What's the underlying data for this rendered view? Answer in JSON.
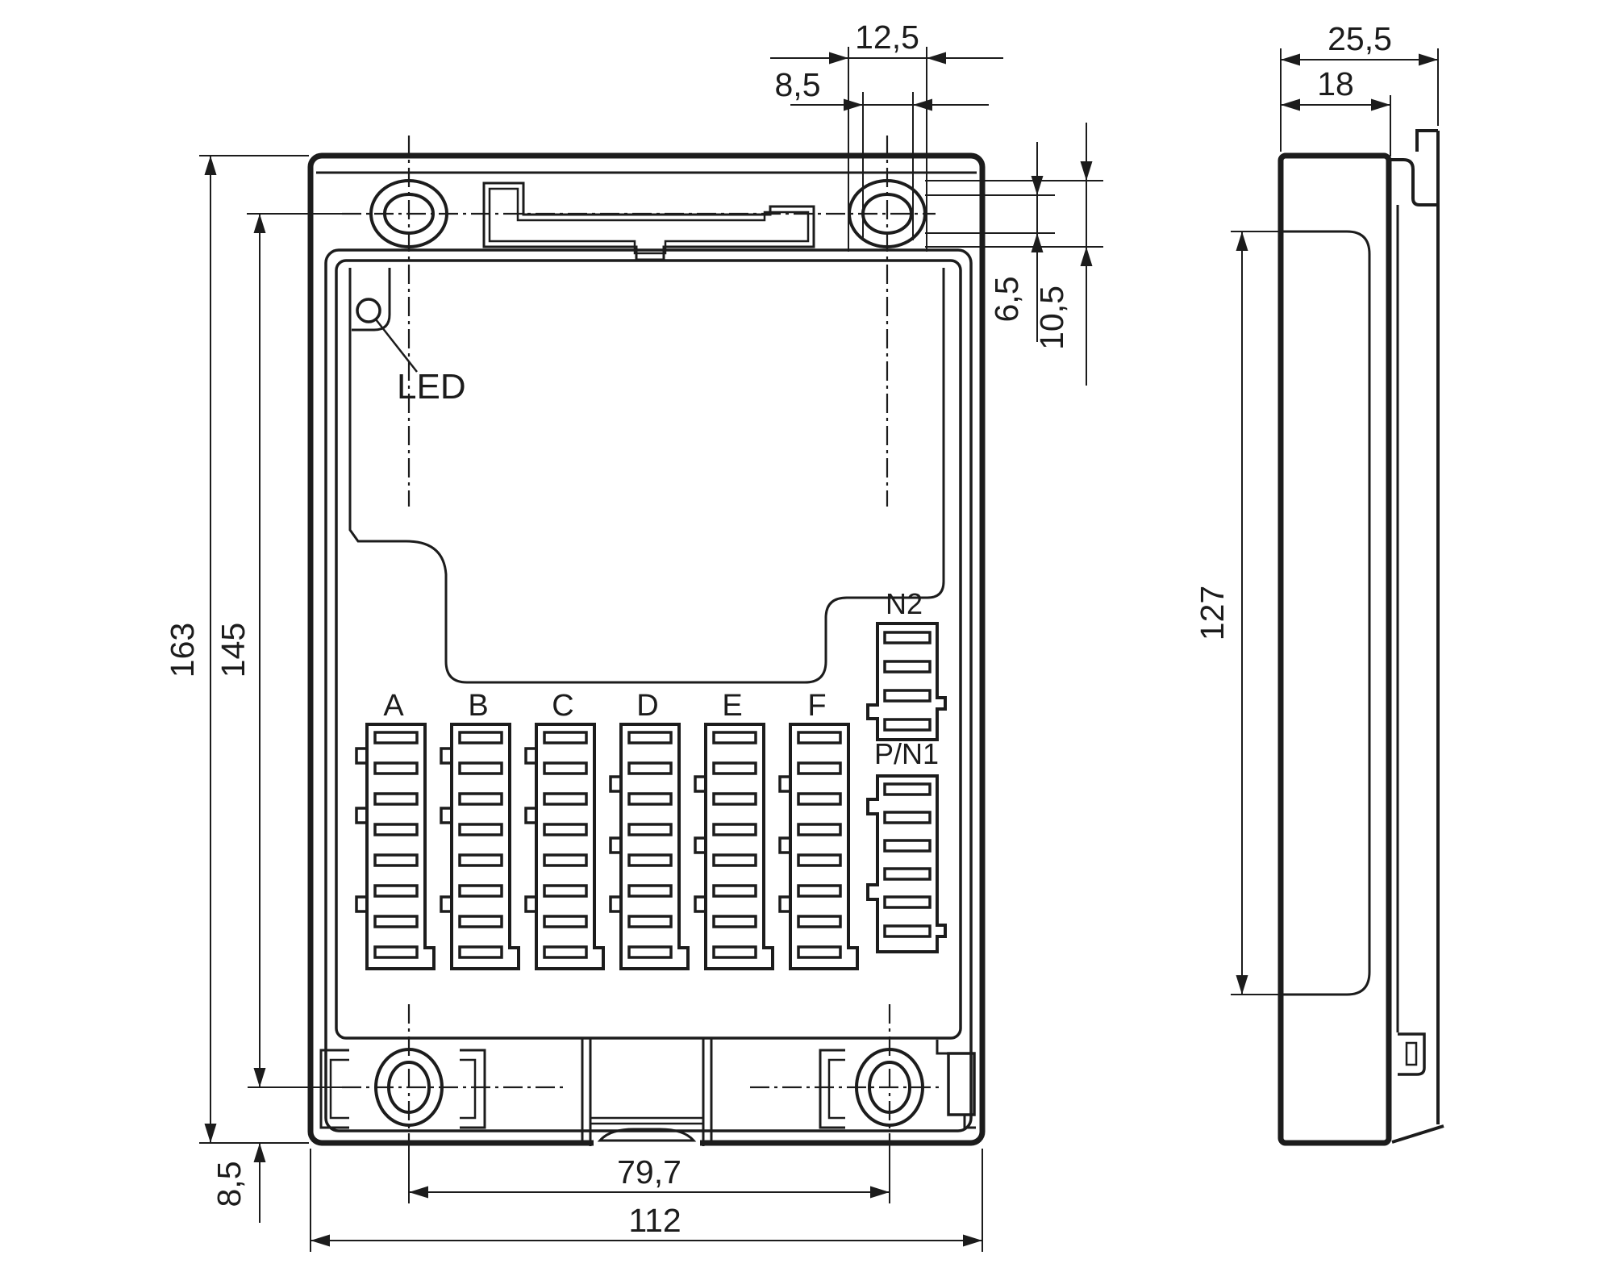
{
  "colors": {
    "background": "#ffffff",
    "line": "#1c1c1c"
  },
  "front_view": {
    "led_label": "LED",
    "connector_groups": [
      "A",
      "B",
      "C",
      "D",
      "E",
      "F"
    ],
    "aux_groups": {
      "n2": "N2",
      "pn1": "P/N1"
    },
    "dimensions": {
      "overall_height": "163",
      "mount_hole_spacing_vertical": "145",
      "mount_hole_bottom_offset": "8,5",
      "mount_hole_spacing_horizontal": "79,7",
      "overall_width": "112",
      "top_hole_outer_width": "12,5",
      "top_hole_inner_width": "8,5",
      "top_hole_inner_height": "6,5",
      "top_hole_outer_height": "10,5"
    }
  },
  "side_view": {
    "dimensions": {
      "overall_depth": "25,5",
      "housing_depth": "18",
      "inner_height": "127"
    }
  }
}
